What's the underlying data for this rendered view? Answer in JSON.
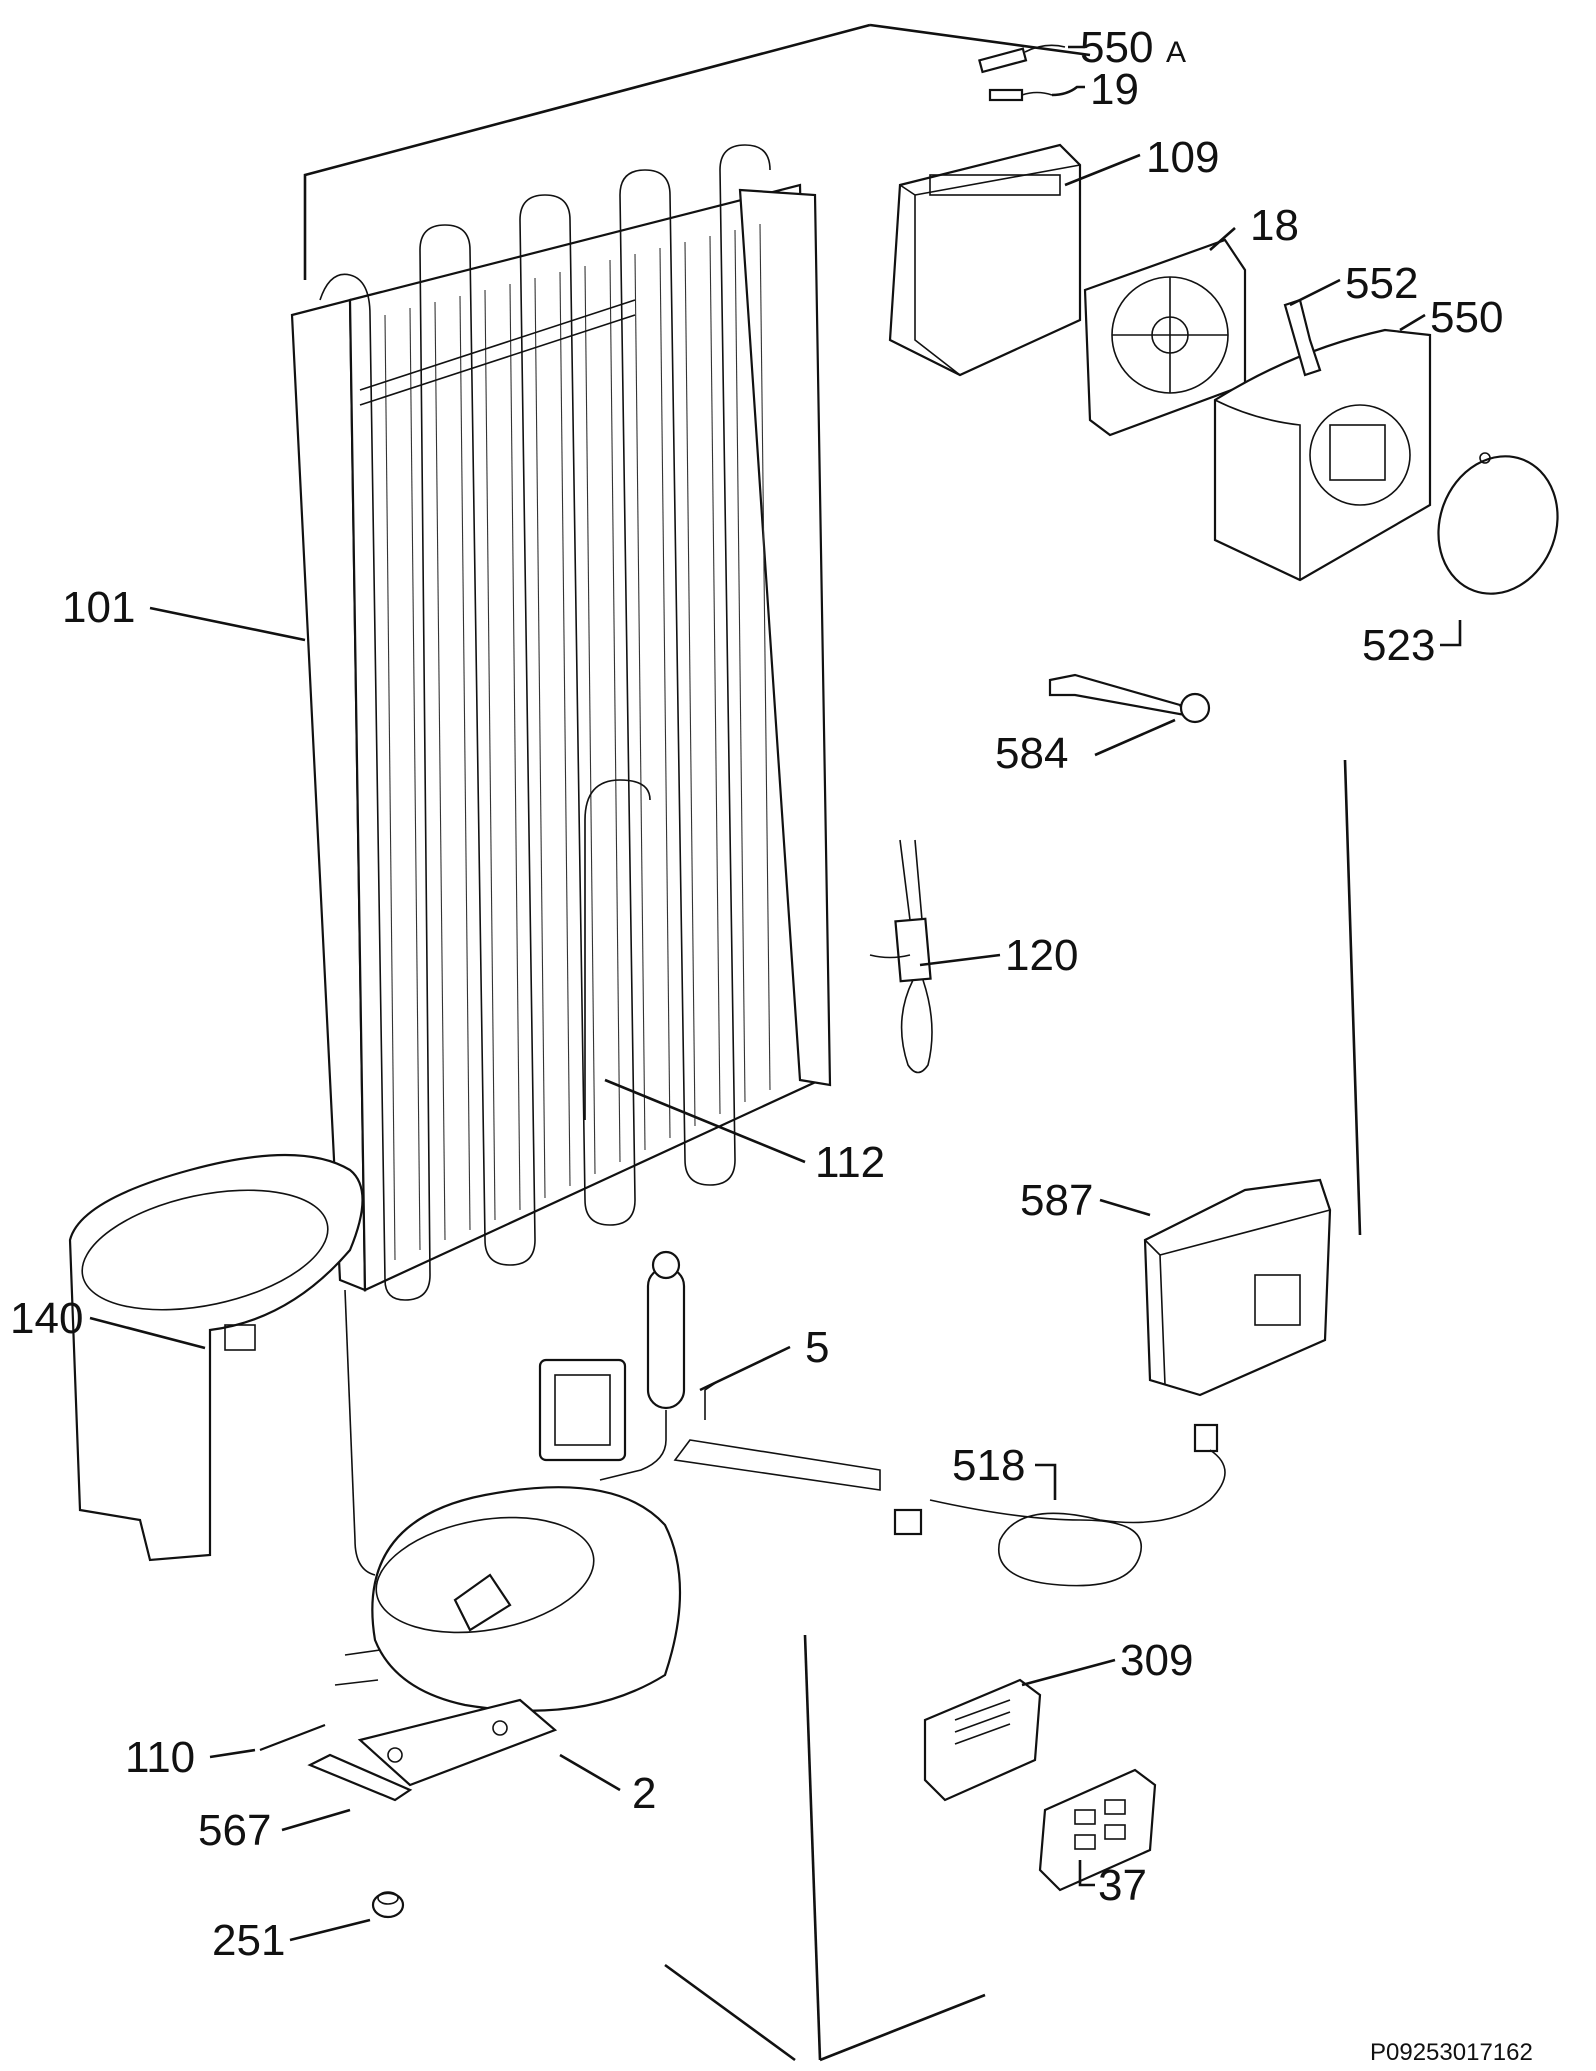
{
  "diagram": {
    "drawing_code": "P09253017162",
    "callouts": [
      {
        "id": "550A",
        "num": "550",
        "suffix": "A"
      },
      {
        "id": "19",
        "num": "19"
      },
      {
        "id": "109",
        "num": "109"
      },
      {
        "id": "18",
        "num": "18"
      },
      {
        "id": "552",
        "num": "552"
      },
      {
        "id": "550",
        "num": "550"
      },
      {
        "id": "523",
        "num": "523"
      },
      {
        "id": "101",
        "num": "101"
      },
      {
        "id": "584",
        "num": "584"
      },
      {
        "id": "120",
        "num": "120"
      },
      {
        "id": "112",
        "num": "112"
      },
      {
        "id": "587",
        "num": "587"
      },
      {
        "id": "140",
        "num": "140"
      },
      {
        "id": "5",
        "num": "5"
      },
      {
        "id": "518",
        "num": "518"
      },
      {
        "id": "309",
        "num": "309"
      },
      {
        "id": "110",
        "num": "110"
      },
      {
        "id": "2",
        "num": "2"
      },
      {
        "id": "567",
        "num": "567"
      },
      {
        "id": "37",
        "num": "37"
      },
      {
        "id": "251",
        "num": "251"
      }
    ],
    "parts": {
      "condenser": "condenser-icon",
      "compressor": "compressor-icon",
      "fan_housing": "fan-housing-icon",
      "fan": "fan-icon",
      "fan_cover": "fan-cover-icon",
      "fan_lid": "fan-lid-icon",
      "drip_tray": "drip-tray-icon",
      "solenoid_valve": "solenoid-valve-icon",
      "sensor": "sensor-icon",
      "ntc_probe": "ntc-probe-icon",
      "electronic_box": "electronic-box-icon",
      "cable": "cable-icon",
      "relay": "relay-icon",
      "starter": "starter-icon"
    }
  }
}
